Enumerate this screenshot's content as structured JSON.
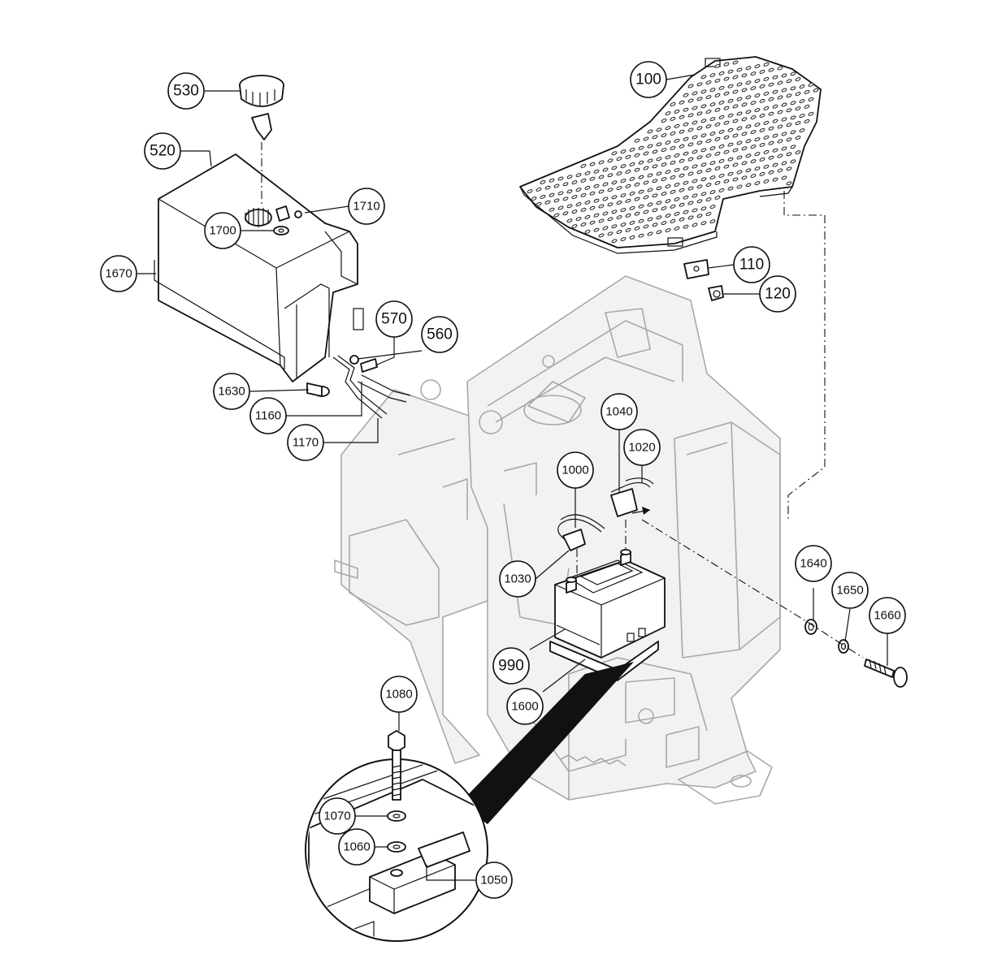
{
  "labels": {
    "p100": "100",
    "p110": "110",
    "p120": "120",
    "p520": "520",
    "p530": "530",
    "p560": "560",
    "p570": "570",
    "p990": "990",
    "p1000": "1000",
    "p1020": "1020",
    "p1030": "1030",
    "p1040": "1040",
    "p1050": "1050",
    "p1060": "1060",
    "p1070": "1070",
    "p1080": "1080",
    "p1160": "1160",
    "p1170": "1170",
    "p1600": "1600",
    "p1630": "1630",
    "p1640": "1640",
    "p1650": "1650",
    "p1660": "1660",
    "p1670": "1670",
    "p1700": "1700",
    "p1710": "1710"
  }
}
